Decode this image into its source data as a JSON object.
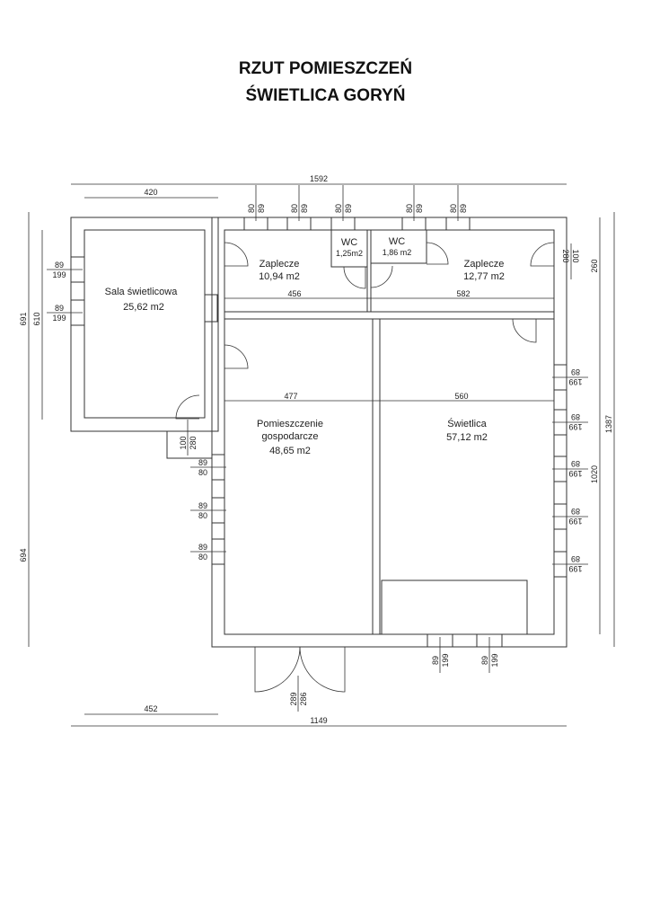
{
  "title": {
    "line1": "RZUT  POMIESZCZEŃ",
    "line2": "ŚWIETLICA GORYŃ"
  },
  "rooms": [
    {
      "name": "Sala świetlicowa",
      "area": "25,62 m2"
    },
    {
      "name": "Zaplecze",
      "area": "10,94 m2"
    },
    {
      "name": "WC",
      "area": "1,25m2"
    },
    {
      "name": "WC",
      "area": "1,86 m2"
    },
    {
      "name": "Zaplecze",
      "area": "12,77 m2"
    },
    {
      "name": "Pomieszczenie",
      "name2": "gospodarcze",
      "area": "48,65 m2"
    },
    {
      "name": "Świetlica",
      "area": "57,12 m2"
    }
  ],
  "dimensions": {
    "top_total": "1592",
    "top_sala": "420",
    "zaplecze_left": "456",
    "zaplecze_right": "582",
    "pom_width": "477",
    "swietlica_width": "560",
    "left_691": "691",
    "left_610": "610",
    "left_694": "694",
    "right_260": "260",
    "right_1020": "1020",
    "right_1387": "1387",
    "bottom_452": "452",
    "bottom_1149": "1149"
  },
  "openings": {
    "top_windows": [
      "80",
      "89"
    ],
    "sala_windows": [
      "89",
      "199"
    ],
    "pom_windows": [
      "89",
      "80"
    ],
    "swietlica_windows": [
      "199",
      "89"
    ],
    "bottom_windows": [
      "89",
      "199"
    ],
    "main_door": [
      "289",
      "286"
    ],
    "side_door": [
      "100",
      "280"
    ]
  }
}
